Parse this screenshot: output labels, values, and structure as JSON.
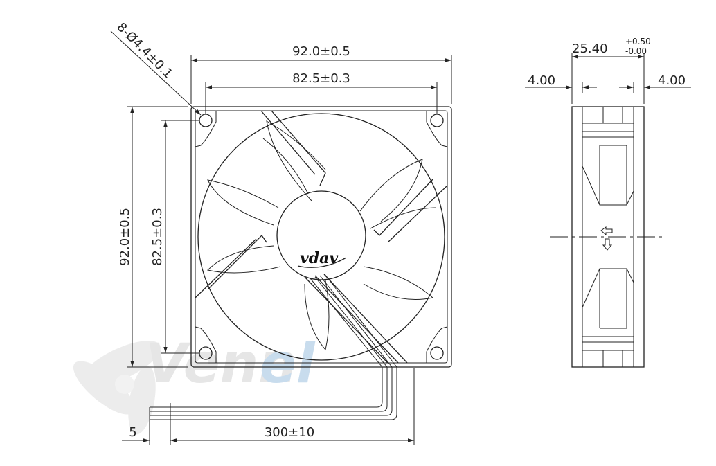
{
  "front_view": {
    "width_overall": "92.0±0.5",
    "width_hole_pitch": "82.5±0.3",
    "height_overall": "92.0±0.5",
    "height_hole_pitch": "82.5±0.3",
    "mounting_holes": "8-Ø4.4±0.1",
    "hub_logo": "vdav"
  },
  "side_view": {
    "thickness_base": "25.40",
    "thickness_tol_upper": "+0.50",
    "thickness_tol_lower": "-0.00",
    "left_flange": "4.00",
    "right_flange": "4.00"
  },
  "leads": {
    "strip_length": "5",
    "lead_length": "300±10"
  },
  "watermark": {
    "text_gray": "Venn",
    "text_blue": "el",
    "colors": {
      "gray": "#e6e6e6",
      "blue": "#c8dced"
    }
  }
}
